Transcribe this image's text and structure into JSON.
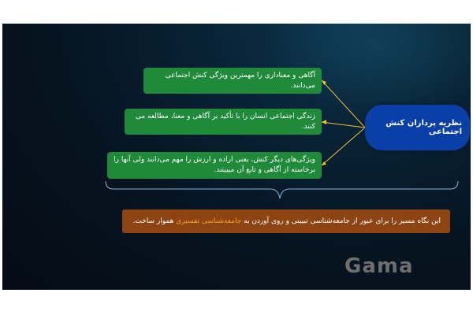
{
  "diagram": {
    "central_node": "نظریه پردازان کنش اجتماعی",
    "items": [
      "آگاهی و معناداری را مهمترین ویژگی کنش اجتماعی می‌دانند.",
      "زندگی اجتماعی انسان را با تأکید بر آگاهی و معنا، مطالعه می کنند.",
      "ویژگی‌های دیگر کنش، یعنی اراده و ارزش را مهم می‌دانند ولی آنها را برخاسته از آگاهی و تابع آن میبینند."
    ],
    "summary": {
      "before": "این نگاه مسیر را برای عبور از جامعه‌شناسی تبیینی و روی آوردن به ",
      "highlight": "جامعه‌شناسی تفسیری",
      "after": " هموار ساخت."
    },
    "colors": {
      "item_box": "#1f8a3a",
      "central_node": "#0a3fa8",
      "summary_box": "#8c4512",
      "highlight_text": "#f0a12a",
      "connector": "#f2c230",
      "brace": "#8fb3d9"
    }
  },
  "logo": {
    "text": "Gama"
  }
}
